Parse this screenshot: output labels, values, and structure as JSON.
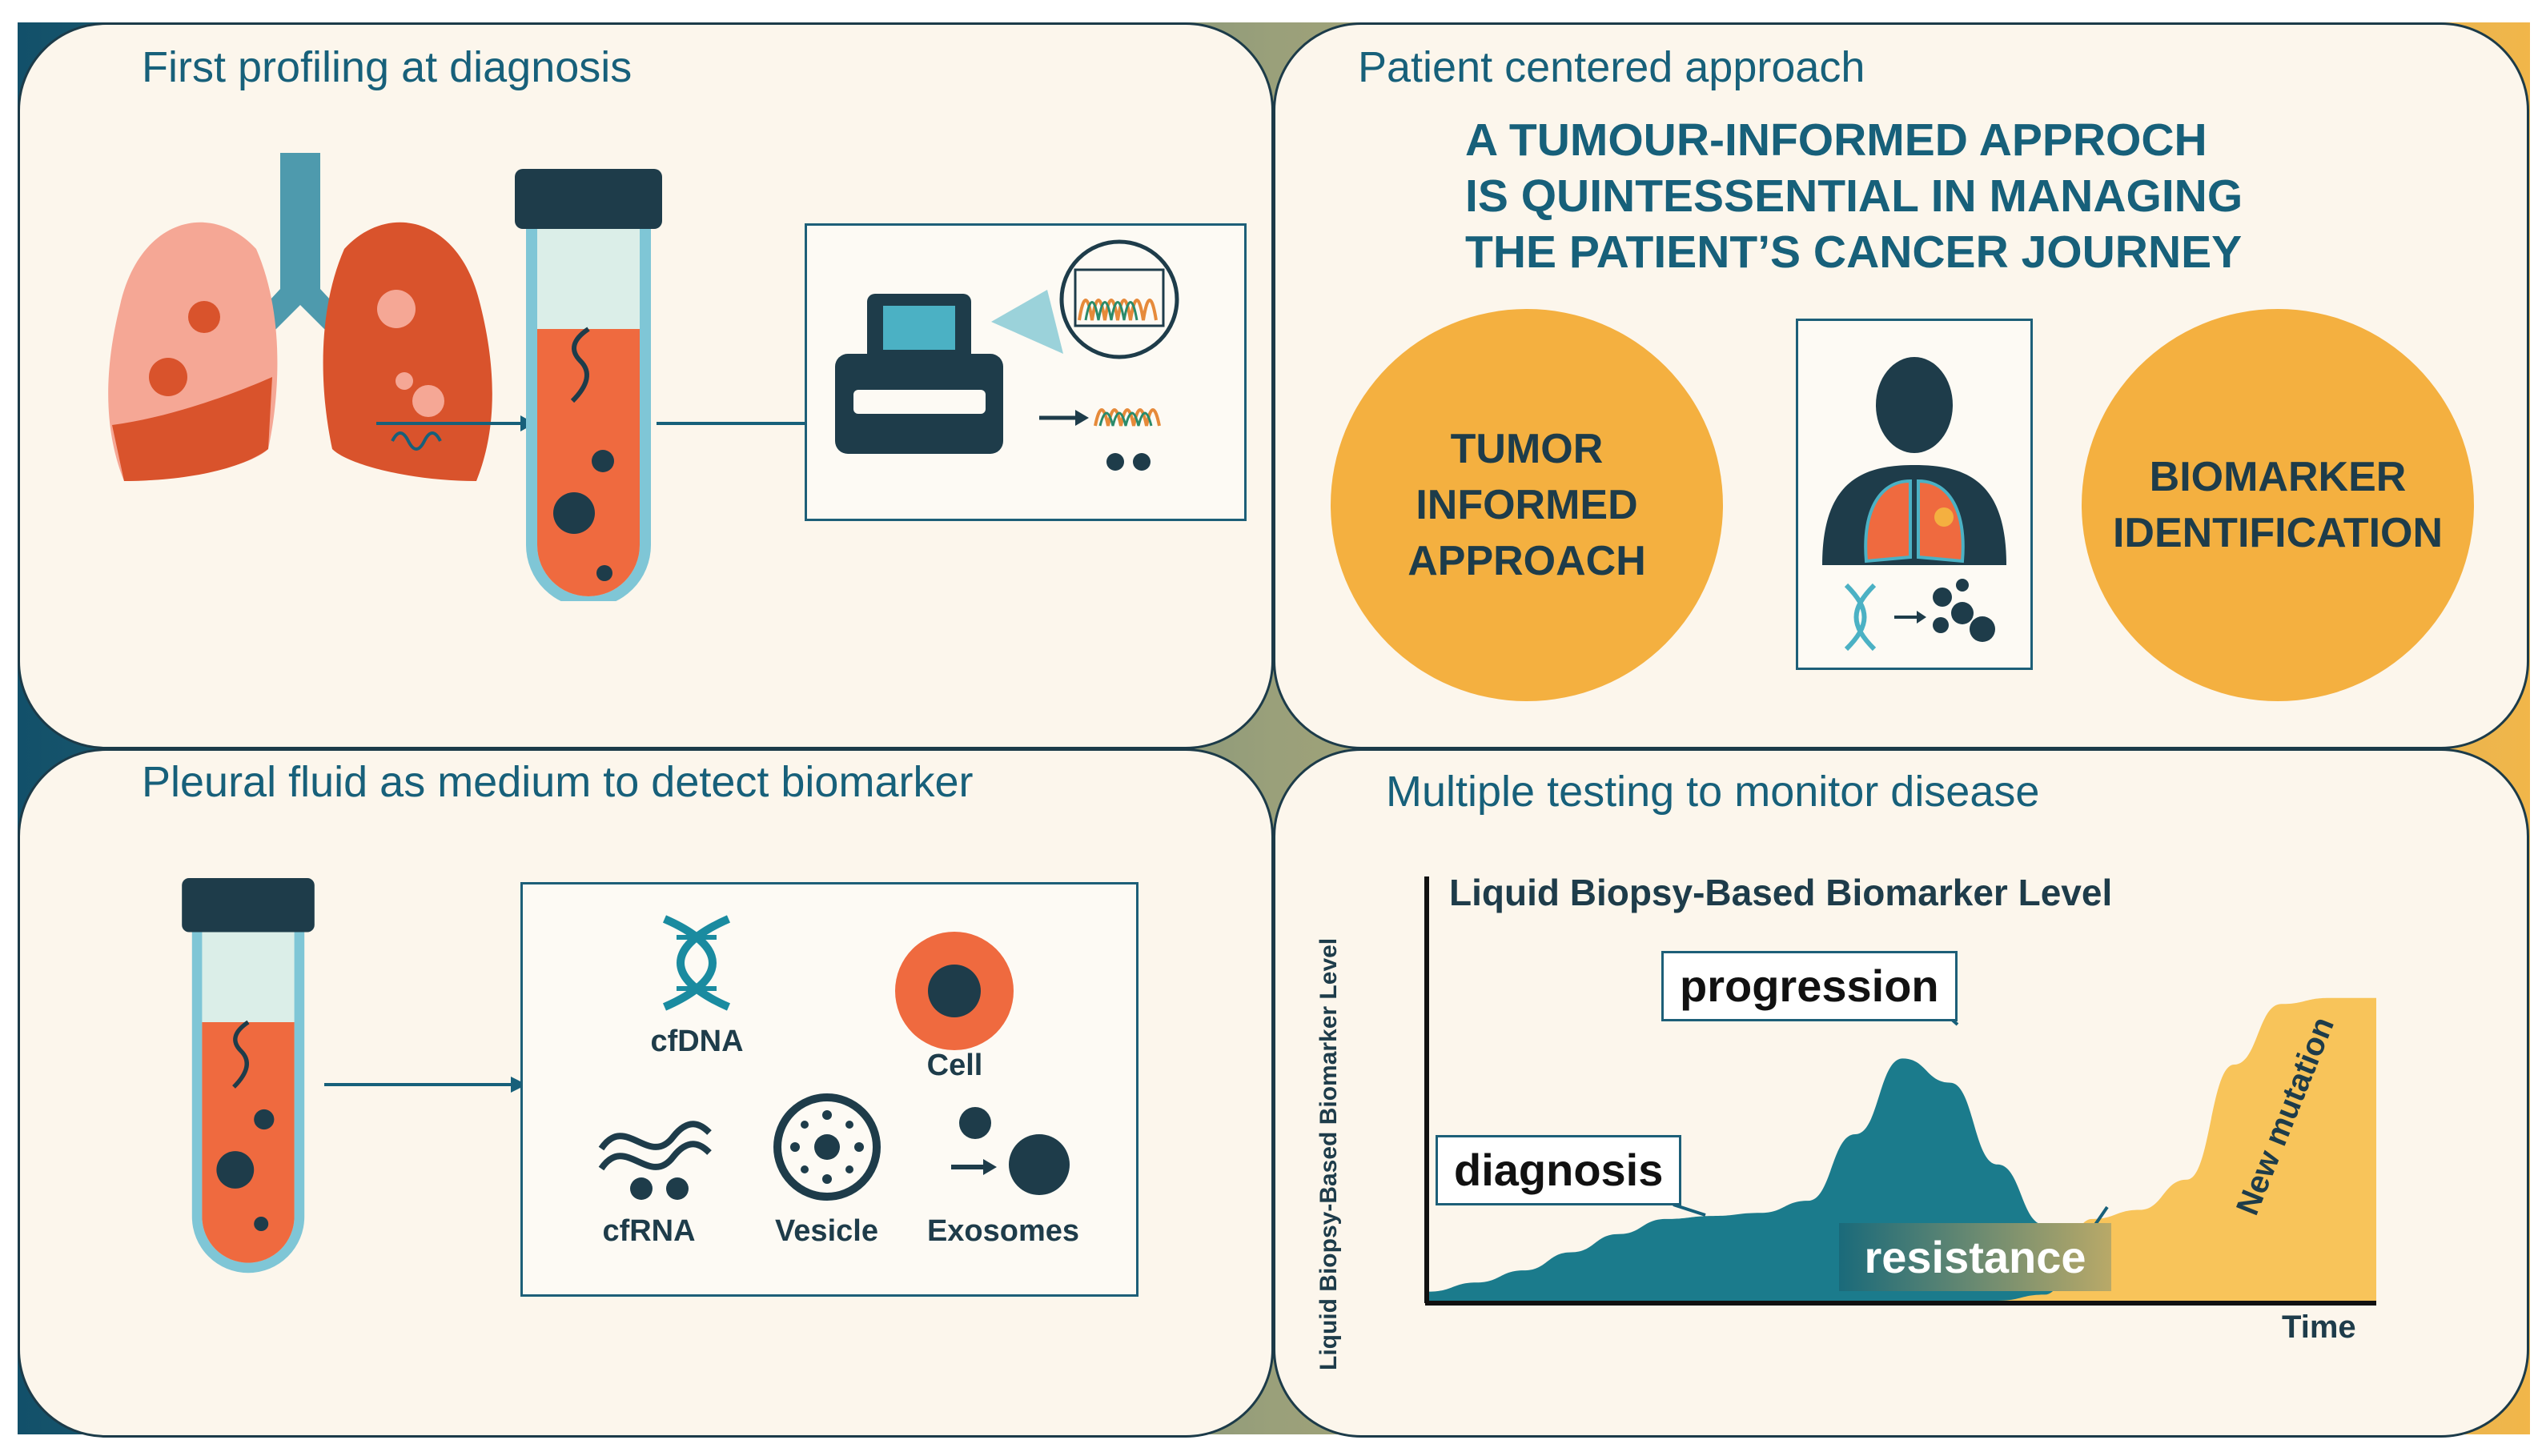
{
  "panels": {
    "first_profiling": {
      "title": "First profiling at diagnosis"
    },
    "patient_centered": {
      "title": "Patient centered approach",
      "headline": [
        "A TUMOUR-INFORMED APPROCH",
        "IS QUINTESSENTIAL IN MANAGING",
        "THE PATIENT’S CANCER JOURNEY"
      ],
      "left_circle": [
        "TUMOR",
        "INFORMED",
        "APPROACH"
      ],
      "right_circle": [
        "BIOMARKER",
        "IDENTIFICATION"
      ]
    },
    "pleural_fluid": {
      "title": "Pleural fluid as medium to detect biomarker",
      "items": {
        "cfdna": "cfDNA",
        "cell": "Cell",
        "cfrna": "cfRNA",
        "vesicle": "Vesicle",
        "exosomes": "Exosomes"
      }
    },
    "monitoring": {
      "title": "Multiple testing to monitor disease",
      "chart_title": "Liquid Biopsy-Based Biomarker Level"
    }
  },
  "colors": {
    "teal": "#17607a",
    "navy": "#1e3c4a",
    "orange": "#f4b040",
    "tube_fluid": "#ef6a3f",
    "area_teal": "#1b7b8c",
    "area_yellow": "#f8c45a"
  },
  "chart_data": {
    "type": "area",
    "title": "Liquid Biopsy-Based Biomarker Level",
    "xlabel": "Time",
    "ylabel": "Liquid Biopsy-Based Biomarker Level",
    "x": [
      0,
      5,
      10,
      15,
      20,
      25,
      30,
      35,
      40,
      45,
      50,
      55,
      60,
      65,
      70,
      75,
      80,
      85,
      90,
      95,
      100
    ],
    "series": [
      {
        "values": [
          0.03,
          0.06,
          0.1,
          0.16,
          0.22,
          0.27,
          0.28,
          0.29,
          0.33,
          0.55,
          0.8,
          0.72,
          0.45,
          0.25,
          0.15,
          0.1,
          0.06,
          0.04,
          0.02,
          0.01,
          0.0
        ]
      },
      {
        "values": [
          0,
          0,
          0,
          0,
          0,
          0,
          0,
          0,
          0,
          0,
          0,
          0,
          0,
          0.02,
          0.27,
          0.3,
          0.4,
          0.78,
          0.98,
          1.0,
          1.0
        ]
      }
    ],
    "ylim": [
      0,
      1.15
    ],
    "xlim": [
      0,
      100
    ],
    "annotations": [
      {
        "text": "diagnosis",
        "x": 30,
        "y": 0.28
      },
      {
        "text": "progression",
        "x": 50,
        "y": 0.8
      },
      {
        "text": "resistance",
        "x": 65,
        "y": 0.25
      },
      {
        "text": "New mutation",
        "x": 88,
        "y": 0.6
      }
    ]
  }
}
